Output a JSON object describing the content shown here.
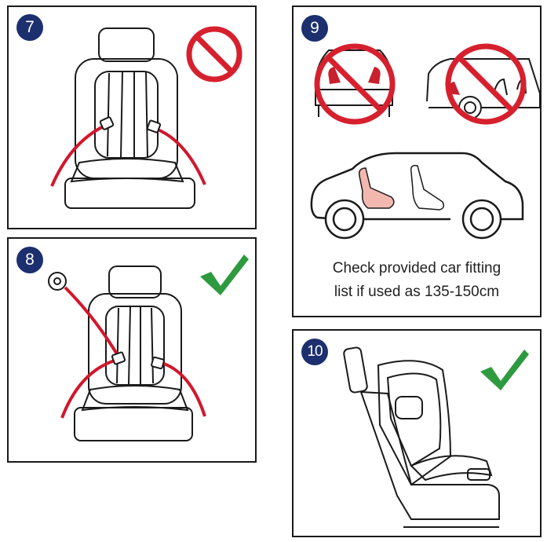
{
  "panels": {
    "p7": {
      "number": "7"
    },
    "p8": {
      "number": "8"
    },
    "p9": {
      "number": "9",
      "caption_line1": "Check provided car fitting",
      "caption_line2": "list if used as 135-150cm"
    },
    "p10": {
      "number": "10"
    }
  },
  "colors": {
    "badge": "#1c2f6e",
    "prohibit": "#d6202e",
    "check": "#2e9a3f",
    "belt": "#d0182d",
    "child_seat": "#f2b8b0"
  },
  "icons": {
    "prohibit": "prohibition-sign-icon",
    "check": "check-mark-icon"
  }
}
